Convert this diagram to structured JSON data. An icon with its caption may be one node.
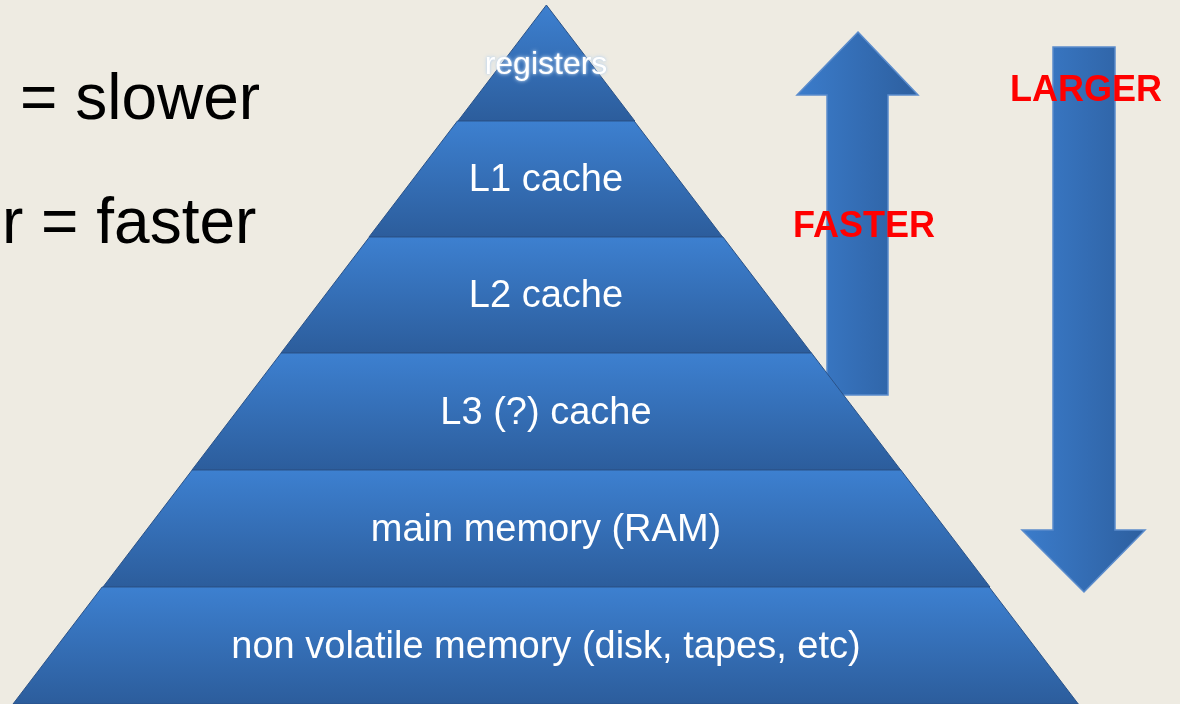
{
  "diagram": {
    "nodes": [
      {
        "text": [
          "registers"
        ]
      },
      {
        "text": [
          "L1 cache"
        ]
      },
      {
        "text": [
          "L2 cache"
        ]
      },
      {
        "text": [
          "L3 (?) cache"
        ]
      },
      {
        "text": [
          "main memory (RAM)"
        ]
      },
      {
        "text": [
          "non volatile memory (disk, tapes, etc)"
        ]
      }
    ],
    "labels": [
      "= slower",
      "r = faster",
      "FASTER",
      "LARGER"
    ]
  }
}
